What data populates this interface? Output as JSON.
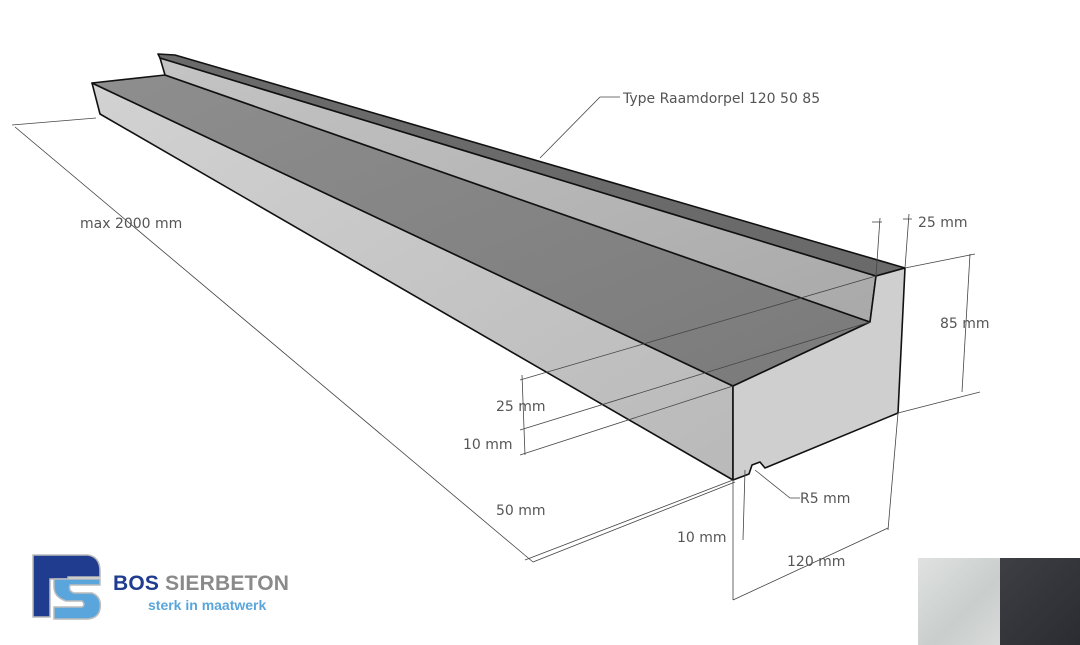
{
  "drawing": {
    "type_label": "Type Raamdorpel 120 50 85",
    "dimensions": {
      "length": "max 2000 mm",
      "upstand_width": "25 mm",
      "total_height": "85 mm",
      "step_25": "25 mm",
      "step_10": "10 mm",
      "front_height": "50 mm",
      "drip_radius": "R5 mm",
      "drip_offset": "10 mm",
      "depth": "120 mm"
    }
  },
  "logo": {
    "brand_part1": "BOS",
    "brand_part2": "SIERBETON",
    "tagline": "sterk in maatwerk",
    "colors": {
      "dark_blue": "#1f3c8f",
      "light_blue": "#5aa6dc",
      "gray": "#8a8a8a"
    }
  },
  "inset": {
    "colors": [
      "#d3d6d5",
      "#33353a"
    ]
  }
}
